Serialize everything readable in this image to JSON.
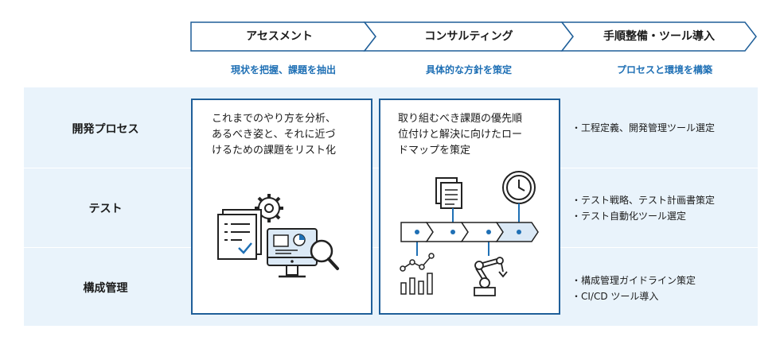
{
  "phases": [
    {
      "title": "アセスメント",
      "subtitle": "現状を把握、課題を抽出"
    },
    {
      "title": "コンサルティング",
      "subtitle": "具体的な方針を策定"
    },
    {
      "title": "手順整備・ツール導入",
      "subtitle": "プロセスと環境を構築"
    }
  ],
  "rows": [
    "開発プロセス",
    "テスト",
    "構成管理"
  ],
  "assessment": {
    "lines": [
      "これまでのやり方を分析、",
      "あるべき姿と、それに近づ",
      "けるための課題をリスト化"
    ]
  },
  "consulting": {
    "lines": [
      "取り組むべき課題の優先順",
      "位付けと解決に向けたロー",
      "ドマップを策定"
    ]
  },
  "tools": {
    "process": [
      "・工程定義、開発管理ツール選定"
    ],
    "test": [
      "・テスト戦略、テスト計画書策定",
      "・テスト自動化ツール選定"
    ],
    "config": [
      "・構成管理ガイドライン策定",
      "・CI/CD ツール導入"
    ]
  },
  "colors": {
    "navy": "#1f5f99",
    "accent": "#1f70b5",
    "band": "#e9f3fb",
    "light": "#dbe9f6"
  }
}
